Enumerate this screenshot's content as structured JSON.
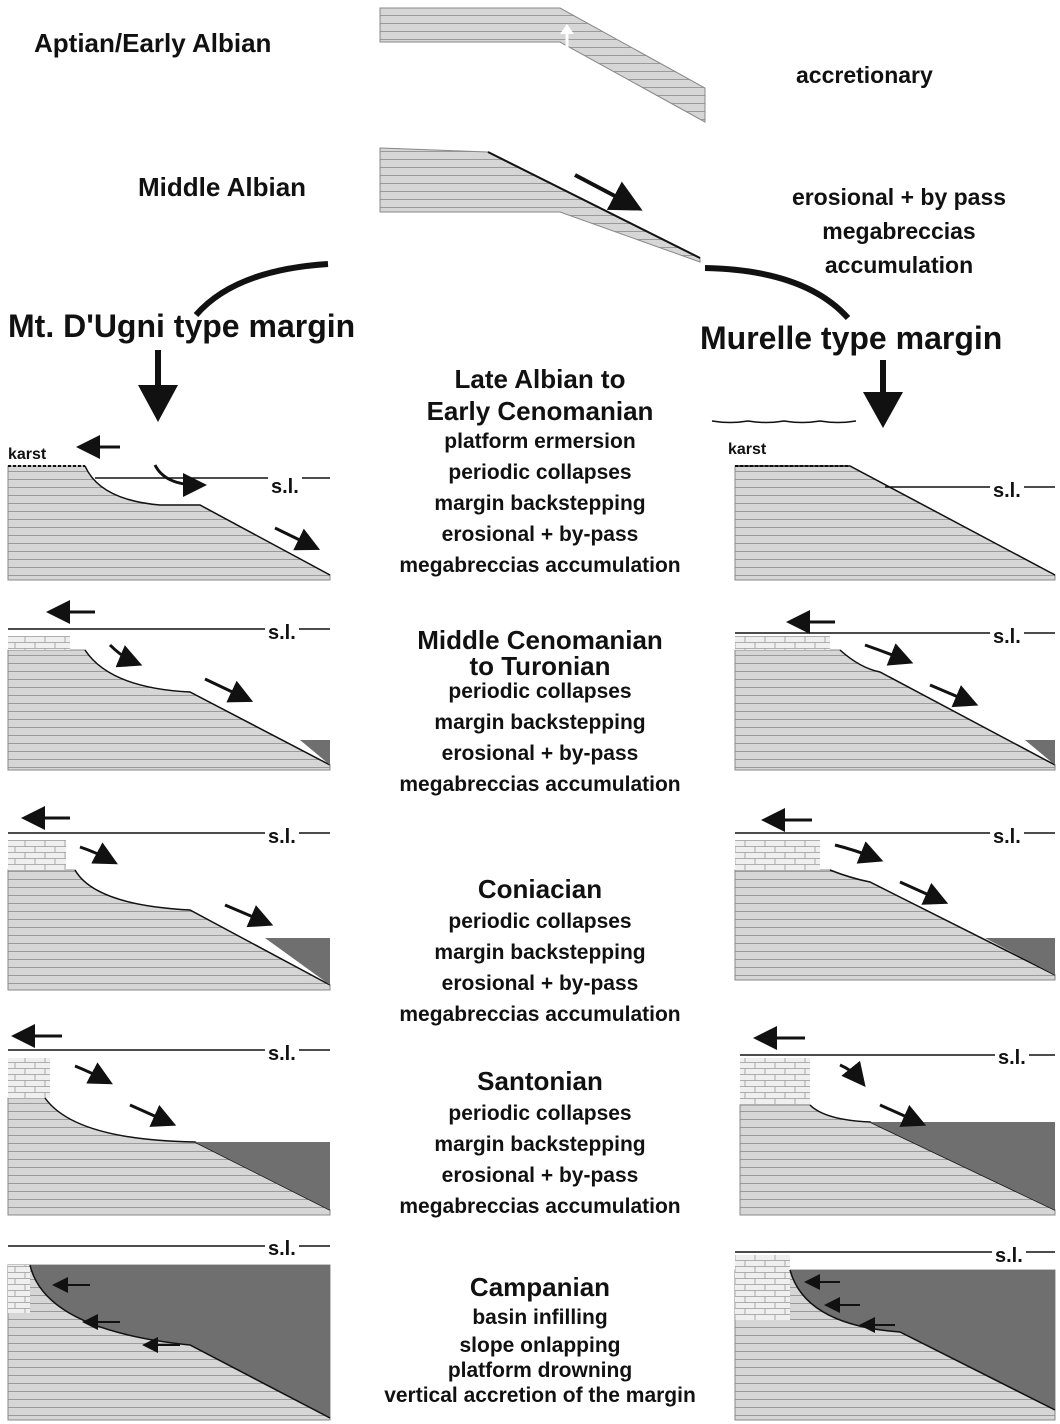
{
  "top": {
    "aptian_label": "Aptian/Early Albian",
    "aptian_desc": "accretionary",
    "middle_albian_label": "Middle Albian",
    "middle_albian_desc": [
      "erosional + by pass",
      "megabreccias",
      "accumulation"
    ]
  },
  "margins": {
    "left_title": "Mt. D'Ugni type margin",
    "right_title": "Murelle type margin"
  },
  "sea_level_label": "s.l.",
  "karst_label": "karst",
  "stages": [
    {
      "title_lines": [
        "Late Albian to",
        "Early Cenomanian"
      ],
      "notes": [
        "platform ermersion",
        "periodic collapses",
        "margin backstepping",
        "erosional + by-pass",
        "megabreccias accumulation"
      ]
    },
    {
      "title_lines": [
        "Middle Cenomanian",
        "to Turonian"
      ],
      "notes": [
        "periodic collapses",
        "margin backstepping",
        "erosional + by-pass",
        "megabreccias accumulation"
      ]
    },
    {
      "title_lines": [
        "Coniacian"
      ],
      "notes": [
        "periodic collapses",
        "margin backstepping",
        "erosional + by-pass",
        "megabreccias accumulation"
      ]
    },
    {
      "title_lines": [
        "Santonian"
      ],
      "notes": [
        "periodic collapses",
        "margin backstepping",
        "erosional + by-pass",
        "megabreccias accumulation"
      ]
    },
    {
      "title_lines": [
        "Campanian"
      ],
      "notes": [
        "basin infilling",
        "slope onlapping",
        "platform drowning",
        "vertical accretion of the margin"
      ]
    }
  ],
  "colors": {
    "strata_fill": "#d6d6d6",
    "strata_line": "#9a9a9a",
    "basin_fill": "#6f6f6f",
    "ink": "#111111"
  }
}
